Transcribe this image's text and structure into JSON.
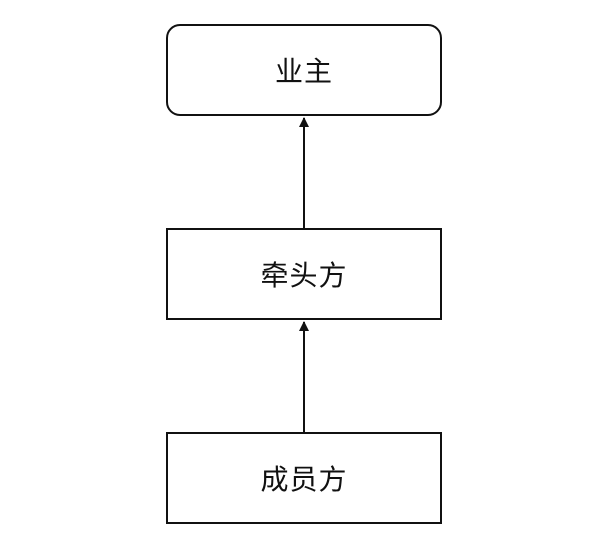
{
  "diagram": {
    "nodes": [
      {
        "id": "owner",
        "label": "业主"
      },
      {
        "id": "lead",
        "label": "牵头方"
      },
      {
        "id": "member",
        "label": "成员方"
      }
    ],
    "edges": [
      {
        "from": "lead",
        "to": "owner"
      },
      {
        "from": "member",
        "to": "lead"
      }
    ]
  }
}
